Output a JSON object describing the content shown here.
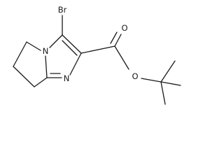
{
  "structure": {
    "atoms": {
      "bromine": "Br",
      "ring_nitrogen": "N",
      "imine_nitrogen": "N",
      "carbonyl_oxygen": "O",
      "ester_oxygen": "O"
    }
  },
  "colors": {
    "bond": "#1a1a1a",
    "background": "#ffffff"
  }
}
